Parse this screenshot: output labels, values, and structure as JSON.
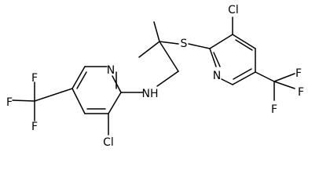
{
  "molecule": {
    "atoms": [
      {
        "id": "F1",
        "label": "F"
      },
      {
        "id": "F2",
        "label": "F"
      },
      {
        "id": "F3",
        "label": "F"
      },
      {
        "id": "N1",
        "label": "N"
      },
      {
        "id": "NH",
        "label": "NH"
      },
      {
        "id": "Cl1",
        "label": "Cl"
      },
      {
        "id": "S",
        "label": "S"
      },
      {
        "id": "Cl2",
        "label": "Cl"
      },
      {
        "id": "N2",
        "label": "N"
      },
      {
        "id": "F4",
        "label": "F"
      },
      {
        "id": "F5",
        "label": "F"
      },
      {
        "id": "F6",
        "label": "F"
      }
    ]
  }
}
